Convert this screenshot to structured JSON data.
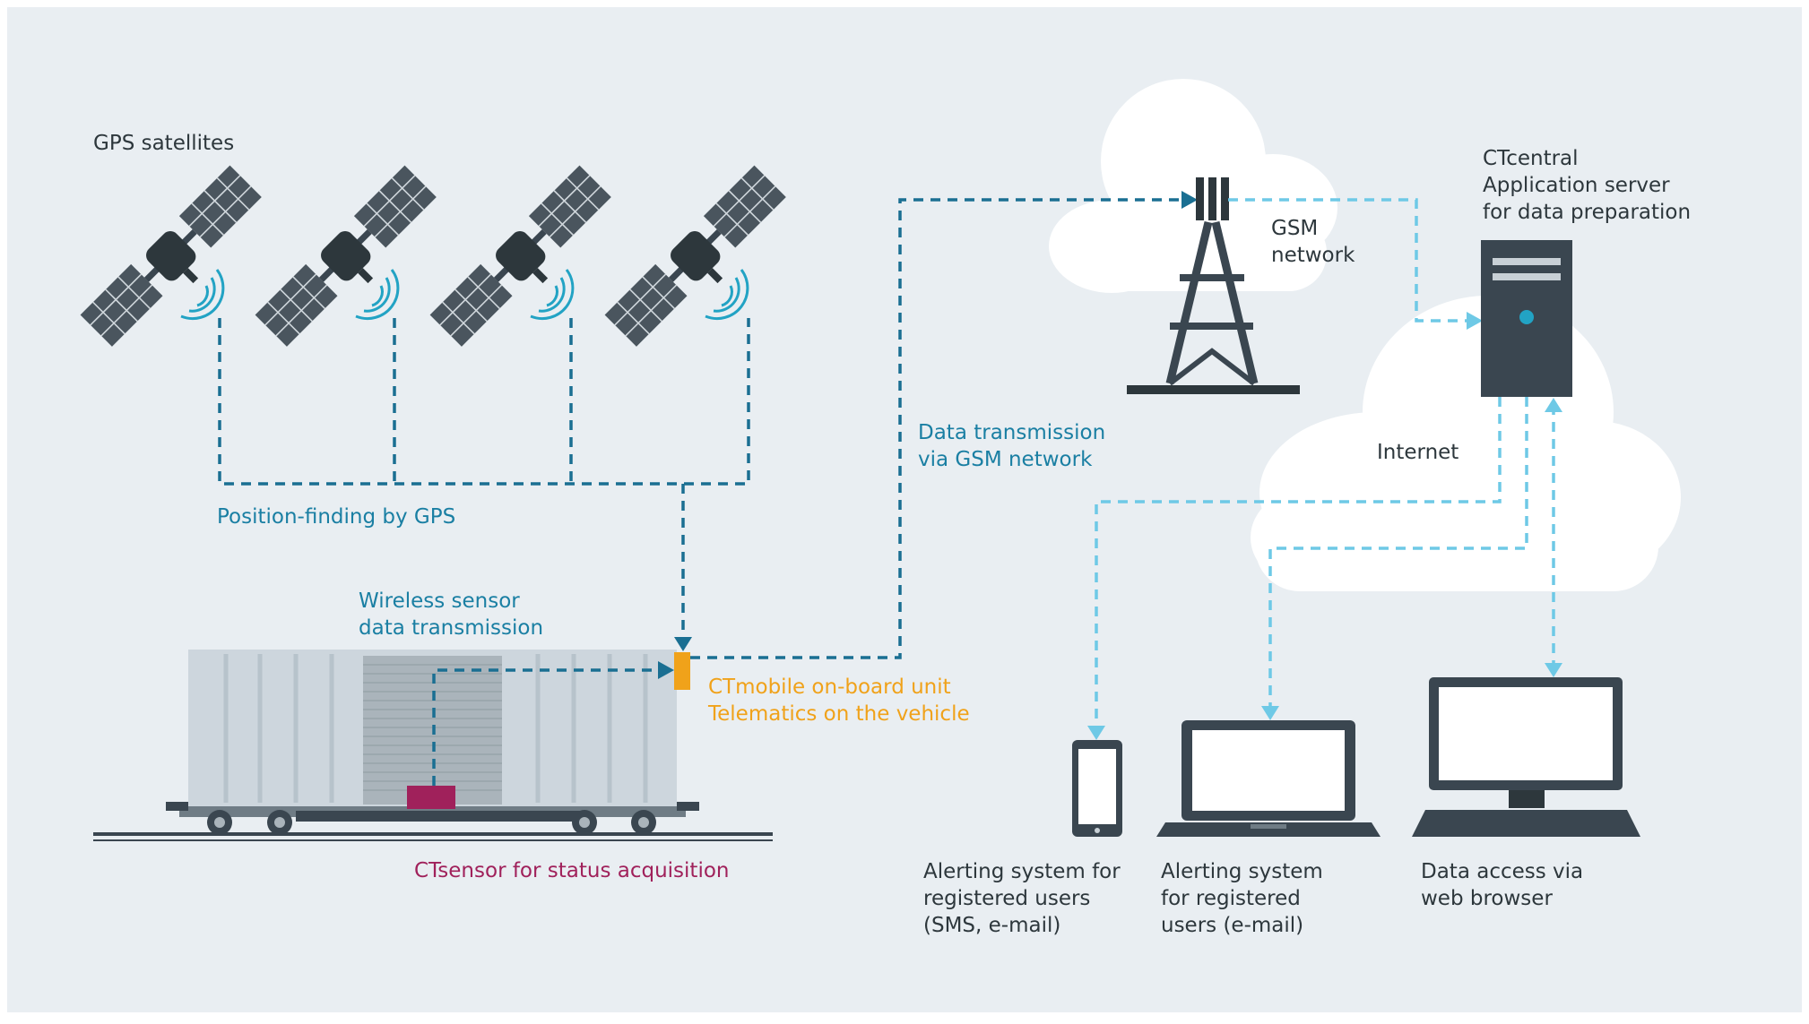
{
  "gps": {
    "title": "GPS satellites",
    "caption": "Position-finding by GPS",
    "satellite_count": 4
  },
  "labels": {
    "wireless": "Wireless sensor\ndata transmission",
    "onboard": "CTmobile on-board unit\nTelematics on the vehicle",
    "sensor": "CTsensor for status acquisition",
    "gsm_transmission": "Data transmission\nvia GSM network",
    "gsm_network": "GSM\nnetwork",
    "server": "CTcentral\nApplication server\nfor data preparation",
    "internet": "Internet",
    "alert_phone": "Alerting system for\nregistered users\n(SMS, e-mail)",
    "alert_laptop": "Alerting system\nfor registered\nusers (e-mail)",
    "web_access": "Data access via\nweb browser"
  },
  "colors": {
    "background": "#e9eef2",
    "dark_link": "#1a6f92",
    "light_link": "#6ec9e6",
    "device": "#3a4650",
    "orange": "#f0a21a",
    "crimson": "#a0215b",
    "cloud": "#ffffff",
    "wagon": "#cdd6dd"
  },
  "icons": [
    "satellite-icon",
    "gsm-tower-icon",
    "server-icon",
    "smartphone-icon",
    "laptop-icon",
    "monitor-icon",
    "freight-wagon-icon",
    "cloud-icon"
  ]
}
